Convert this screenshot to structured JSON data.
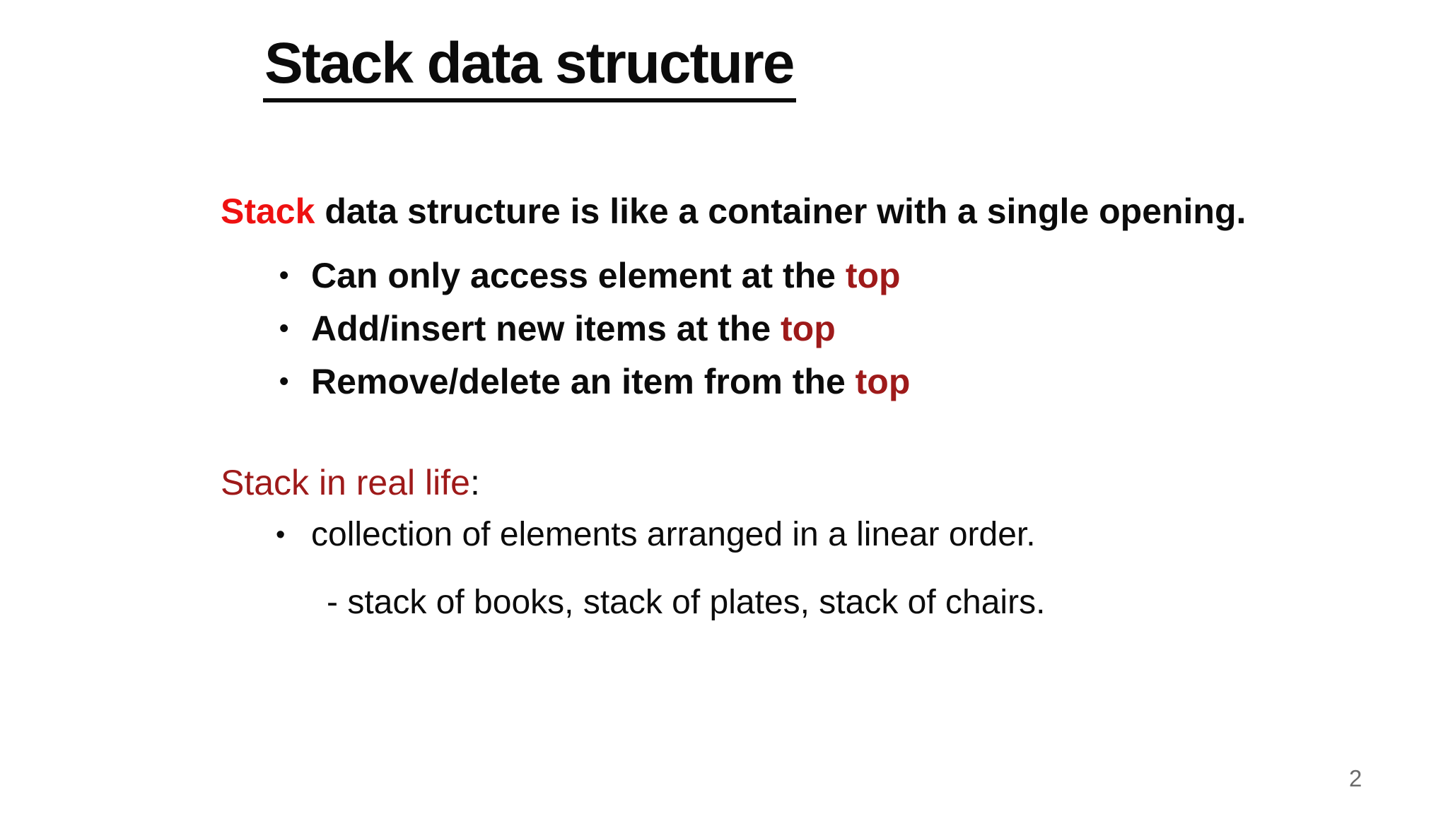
{
  "slide": {
    "title": "Stack data structure",
    "bullet_glyph": "•",
    "intro": {
      "highlight": "Stack",
      "rest": " data structure is like a container with a single opening."
    },
    "bullets": [
      {
        "text": "Can only access element at the ",
        "highlight": "top"
      },
      {
        "text": "Add/insert new items at the ",
        "highlight": "top"
      },
      {
        "text": "Remove/delete an item from the ",
        "highlight": "top"
      }
    ],
    "real_life": {
      "heading": "Stack in real life",
      "colon": ":",
      "bullet": "collection of elements arranged in a linear order.",
      "sub_item": "- stack of books, stack of plates, stack of chairs."
    },
    "page_number": "2",
    "colors": {
      "highlight_red": "#ee1111",
      "dark_red": "#9e1a1a",
      "text_black": "#0b0b0b",
      "page_number_gray": "#6b6b6b",
      "background": "#ffffff"
    }
  }
}
